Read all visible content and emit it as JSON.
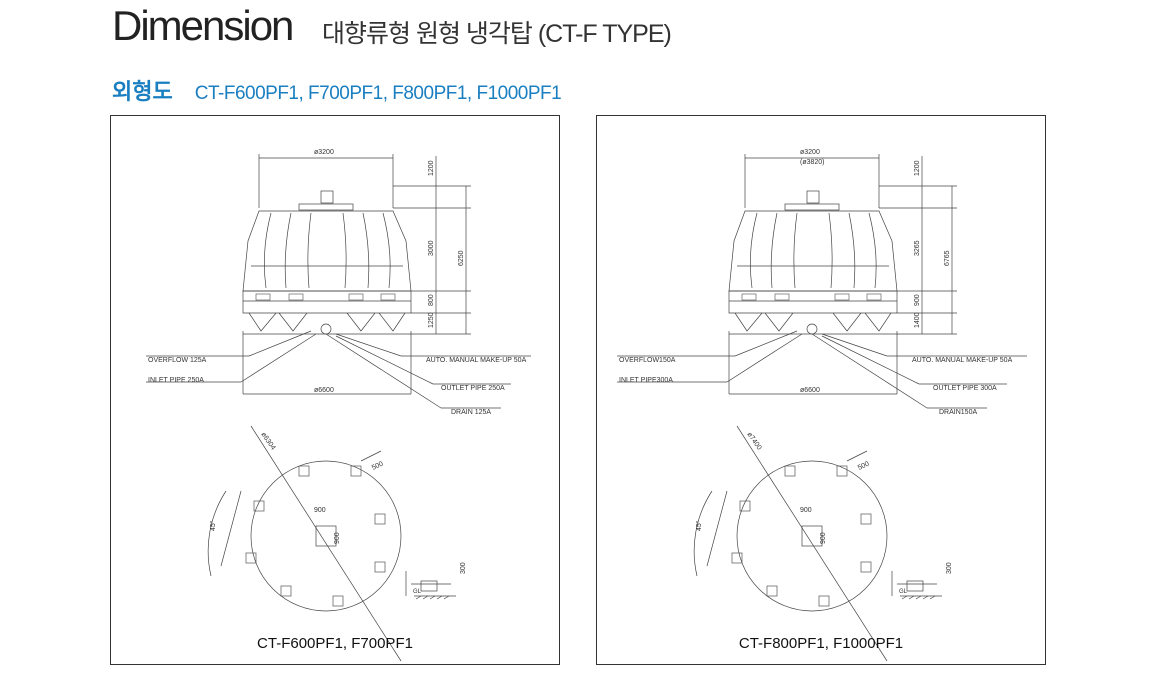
{
  "header": {
    "title": "Dimension",
    "subtitle": "대향류형 원형 냉각탑 (CT-F TYPE)"
  },
  "section": {
    "label": "외형도",
    "models": "CT-F600PF1, F700PF1, F800PF1, F1000PF1"
  },
  "panels": [
    {
      "caption": "CT-F600PF1, F700PF1",
      "dims": {
        "top_dia": "ø3200",
        "top_dia2": "",
        "h_top": "1200",
        "h_mid": "3000",
        "h_total": "6250",
        "h_low": "800",
        "h_leg": "1250",
        "base_dia": "ø6600",
        "plan_dia": "ø6304",
        "pad": "500",
        "center": "900",
        "center_v": "900",
        "angle": "45°",
        "gl_h": "300",
        "gl": "GL"
      },
      "labels": {
        "overflow": "OVERFLOW 125A",
        "inlet": "INLET PIPE 250A",
        "makeup": "AUTO. MANUAL MAKE-UP 50A",
        "outlet": "OUTLET PIPE 250A",
        "drain": "DRAIN 125A"
      }
    },
    {
      "caption": "CT-F800PF1, F1000PF1",
      "dims": {
        "top_dia": "ø3200",
        "top_dia2": "(ø3820)",
        "h_top": "1200",
        "h_mid": "3265",
        "h_total": "6765",
        "h_low": "900",
        "h_leg": "1400",
        "base_dia": "ø6600",
        "plan_dia": "ø7400",
        "pad": "500",
        "center": "900",
        "center_v": "900",
        "angle": "45°",
        "gl_h": "300",
        "gl": "GL"
      },
      "labels": {
        "overflow": "OVERFLOW150A",
        "inlet": "INLET PIPE300A",
        "makeup": "AUTO. MANUAL MAKE-UP 50A",
        "outlet": "OUTLET PIPE 300A",
        "drain": "DRAIN150A"
      }
    }
  ]
}
